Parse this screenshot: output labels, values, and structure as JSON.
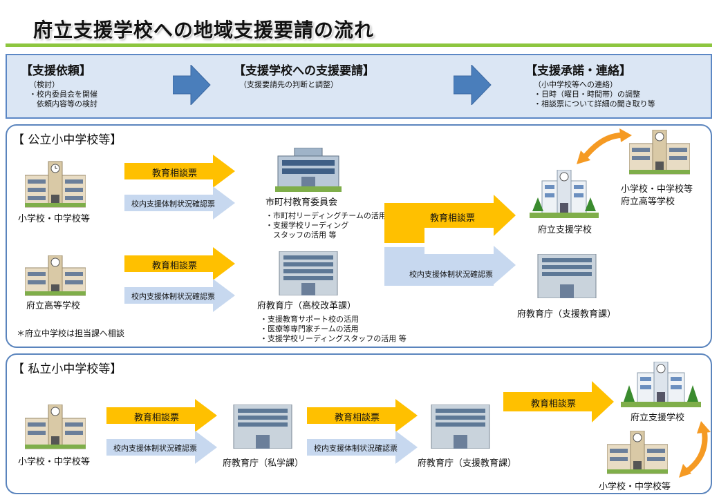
{
  "title": "府立支援学校への地域支援要請の流れ",
  "flow": {
    "step1_head": "【支援依頼】",
    "step1_note": "（検討）\n・校内委員会を開催\n　依頼内容等の検討",
    "step2_head": "【支援学校への支援要請】",
    "step2_note": "（支援要請先の判断と調整）",
    "step3_head": "【支援承諾・連絡】",
    "step3_note": "（小中学校等への連絡）\n・日時（曜日・時間帯）の調整\n・相談票について詳細の聞き取り等"
  },
  "public": {
    "title": "【 公立小中学校等】",
    "school1": "小学校・中学校等",
    "school2": "府立高等学校",
    "note": "＊府立中学校は担当課へ相談",
    "board": "市町村教育委員会",
    "board_note": "・市町村リーディングチームの活用\n・支援学校リーディング\n　スタッフの活用 等",
    "office": "府教育庁（高校改革課）",
    "office_note": "・支援教育サポート校の活用\n・医療等専門家チームの活用\n・支援学校リーディングスタッフの活用 等",
    "support_school": "府立支援学校",
    "support_office": "府教育庁（支援教育課）",
    "partner": "小学校・中学校等\n府立高等学校"
  },
  "private": {
    "title": "【 私立小中学校等】",
    "school": "小学校・中学校等",
    "office": "府教育庁（私学課）",
    "support_office": "府教育庁（支援教育課）",
    "support_school": "府立支援学校",
    "partner": "小学校・中学校等"
  },
  "arrows": {
    "consult": "教育相談票",
    "check": "校内支援体制状況確認票"
  },
  "colors": {
    "yellow": "#ffc000",
    "light_blue": "#c7d8ef",
    "flow_arrow": "#4a7ebb",
    "orange": "#f59a23",
    "green_rule": "#8dc63f"
  }
}
